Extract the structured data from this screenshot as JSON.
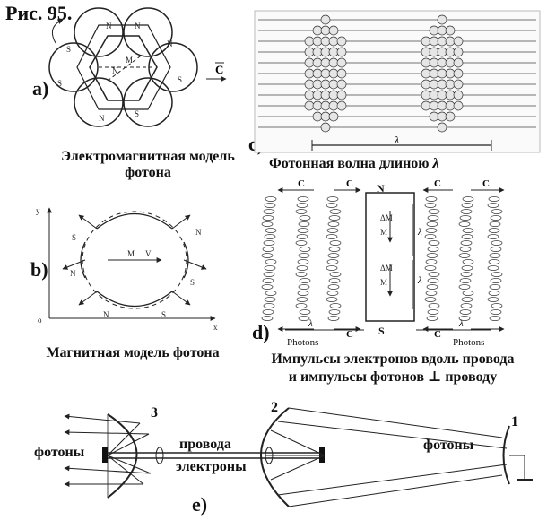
{
  "figure_title": "Рис. 95.",
  "panels": {
    "a": {
      "label": "a)",
      "caption_line1": "Электромагнитная модель",
      "caption_line2": "фотона",
      "vector_label": "C"
    },
    "b": {
      "label": "b)",
      "caption": "Магнитная модель фотона"
    },
    "c": {
      "label": "c)",
      "caption": "Фотонная волна длиною",
      "lambda": "λ"
    },
    "d": {
      "label": "d)",
      "caption_line1": "Импульсы электронов вдоль провода",
      "caption_line2": "и импульсы фотонов ⊥ проводу",
      "top_N": "N",
      "bottom_S": "S",
      "photons_left": "Photons",
      "photons_right": "Photons",
      "c_label": "C",
      "lambda": "λ"
    },
    "e": {
      "label": "e)",
      "photons_left": "фотоны",
      "wires": "провода",
      "electrons": "электроны",
      "photons_right": "фотоны",
      "num1": "1",
      "num2": "2",
      "num3": "3"
    }
  }
}
